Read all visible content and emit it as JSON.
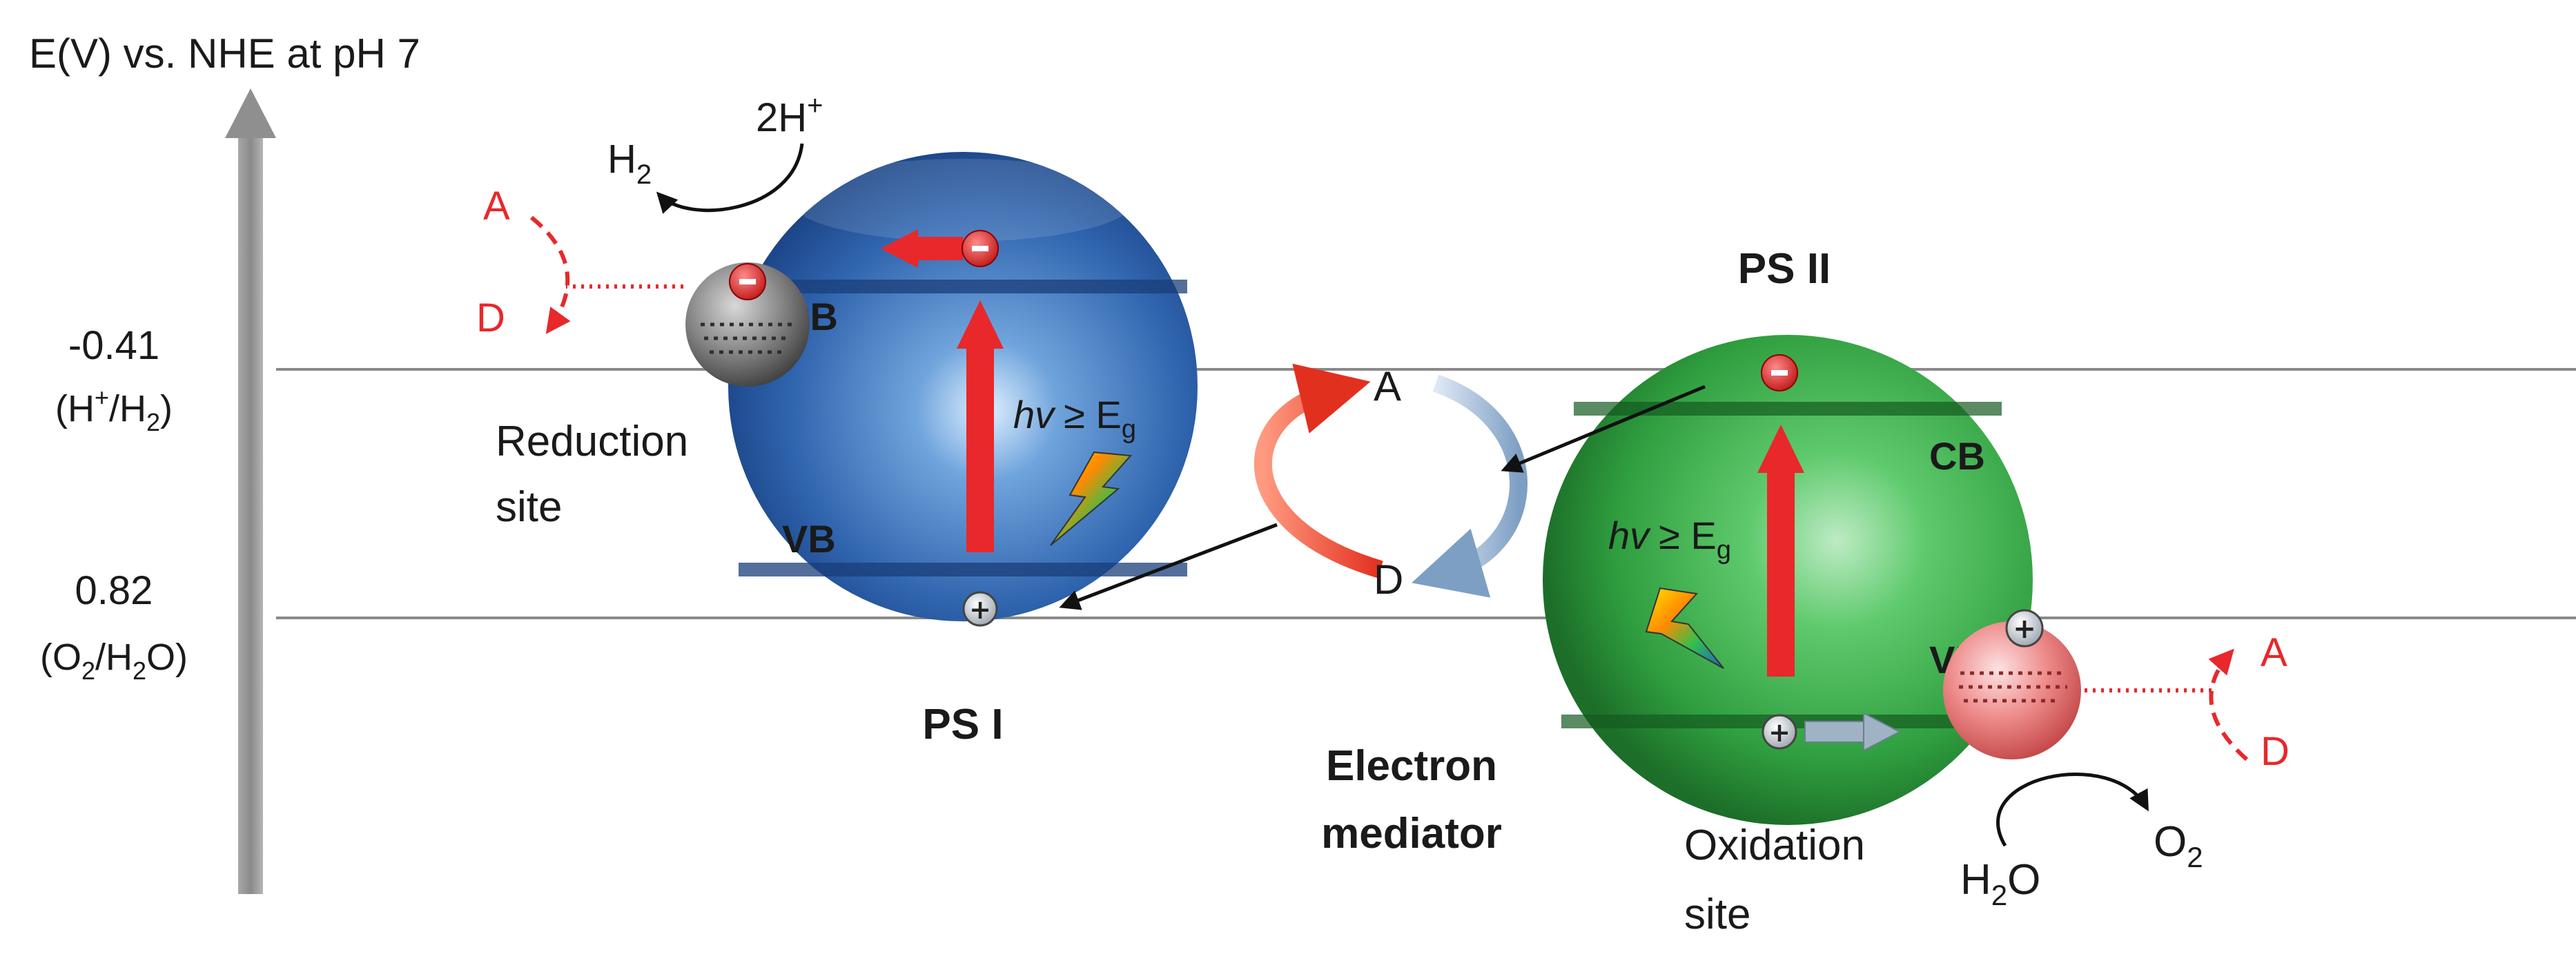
{
  "axis": {
    "title": "E(V) vs. NHE at pH 7",
    "levels": [
      {
        "value": "-0.41",
        "couple": {
          "pre": "(H",
          "sup": "+",
          "mid": "/H",
          "sub": "2",
          "post": ")"
        }
      },
      {
        "value": "0.82",
        "couple": {
          "pre": "(O",
          "sub1": "2",
          "mid": "/H",
          "sub2": "2",
          "post": "O)"
        }
      }
    ]
  },
  "ps1": {
    "title": "PS I",
    "cb_label": "CB",
    "vb_label": "VB",
    "excitation": {
      "hv": "hv",
      "ge": "≥ E",
      "sub": "g"
    },
    "electron_symbol": "−",
    "hole_symbol": "+"
  },
  "ps2": {
    "title": "PS II",
    "cb_label": "CB",
    "vb_label": "VB",
    "excitation": {
      "hv": "hv",
      "ge": "≥ E",
      "sub": "g"
    },
    "electron_symbol": "−",
    "hole_symbol": "+"
  },
  "reduction_site": {
    "label_line1": "Reduction",
    "label_line2": "site",
    "product": {
      "main": "H",
      "sub": "2"
    },
    "reactant": {
      "main": "2H",
      "sup": "+"
    },
    "acceptor": "A",
    "donor": "D",
    "electron_symbol": "−"
  },
  "oxidation_site": {
    "label_line1": "Oxidation",
    "label_line2": "site",
    "reactant": {
      "main": "H",
      "sub": "2",
      "post": "O"
    },
    "product": {
      "main": "O",
      "sub": "2"
    },
    "acceptor": "A",
    "donor": "D",
    "hole_symbol": "+"
  },
  "mediator": {
    "label_line1": "Electron",
    "label_line2": "mediator",
    "acceptor": "A",
    "donor": "D"
  },
  "colors": {
    "ps1": "#2f6ab8",
    "ps2": "#2fa543",
    "arrow_red": "#e8282b",
    "cocatalyst_reduction": "#5a5a5a",
    "cocatalyst_oxidation": "#e36a6a",
    "axis": "#888888"
  }
}
